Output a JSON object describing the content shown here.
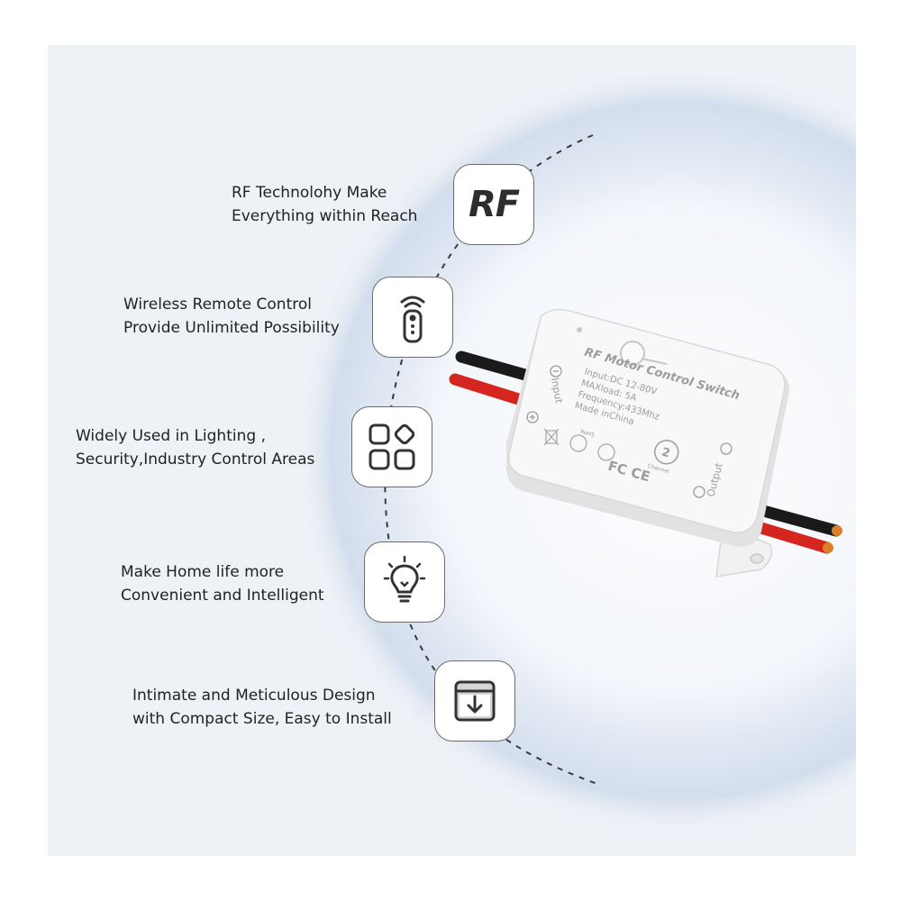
{
  "features": [
    {
      "lines": [
        "RF Technolohy Make",
        "Everything within Reach"
      ],
      "icon": "rf-logo",
      "icon_text": "RF"
    },
    {
      "lines": [
        "Wireless Remote Control",
        "Provide Unlimited Possibility"
      ],
      "icon": "remote-control"
    },
    {
      "lines": [
        "Widely Used in Lighting ,",
        "Security,Industry Control Areas"
      ],
      "icon": "app-grid"
    },
    {
      "lines": [
        "Make Home life more",
        "Convenient and Intelligent"
      ],
      "icon": "light-bulb"
    },
    {
      "lines": [
        "Intimate and Meticulous Design",
        "with Compact Size, Easy to Install"
      ],
      "icon": "install-box"
    }
  ],
  "device": {
    "title": "RF Motor Control Switch",
    "specs": [
      "Input:DC 12-80V",
      "MAXload: 5A",
      "Frequency:433Mhz",
      "Made inChina"
    ],
    "input_label": "Input",
    "output_label": "Output",
    "channel_number": "2",
    "channel_label": "Channel",
    "cert_marks": "FC CE",
    "rohs_mark": "RoHS",
    "wire_colors": {
      "black": "#1a1a1a",
      "red": "#d4261f",
      "copper": "#d9822b"
    }
  }
}
